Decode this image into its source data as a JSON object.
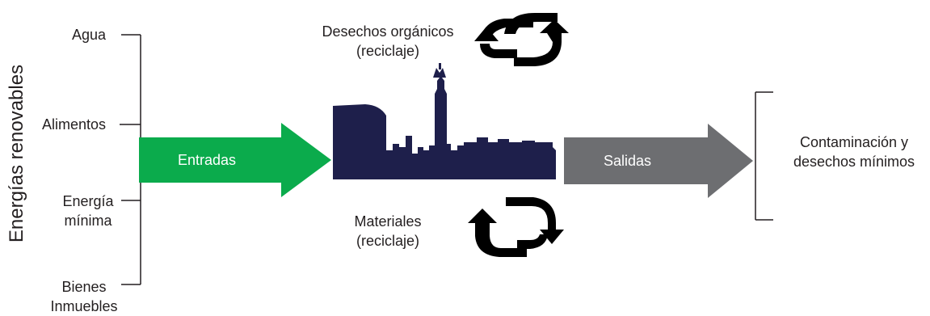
{
  "title": "Energías renovables",
  "inputs": [
    {
      "label": "Agua"
    },
    {
      "label": "Alimentos"
    },
    {
      "label": "Energía\nmínima"
    },
    {
      "label": "Bienes\nInmuebles"
    }
  ],
  "entradas": {
    "label": "Entradas",
    "color": "#0bab4c"
  },
  "salidas": {
    "label": "Salidas",
    "color": "#6d6e71"
  },
  "city": {
    "color": "#1e1f4b"
  },
  "recycle_top": {
    "label": "Desechos orgánicos\n(reciclaje)",
    "icon": "recycle-arrows-icon"
  },
  "recycle_bottom": {
    "label": "Materiales\n(reciclaje)",
    "icon": "recycle-arrows-icon"
  },
  "output": {
    "label": "Contaminación y\ndesechos mínimos"
  }
}
